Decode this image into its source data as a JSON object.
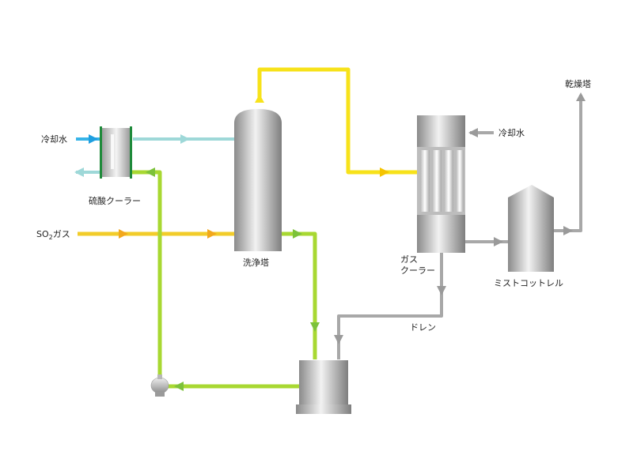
{
  "labels": {
    "cooling_water_left": "冷却水",
    "sulfuric_acid_cooler": "硫酸クーラー",
    "so2_gas_prefix": "SO",
    "so2_gas_sub": "2",
    "so2_gas_suffix": "ガス",
    "washing_tower": "洗浄塔",
    "gas_cooler_line1": "ガス",
    "gas_cooler_line2": "クーラー",
    "cooling_water_right": "冷却水",
    "drying_tower": "乾燥塔",
    "mist_cottrell": "ミストコットレル",
    "drain": "ドレン"
  },
  "colors": {
    "gas_line": "#f7e21a",
    "gas_line_edge": "#f0b81c",
    "liquid_line": "#a8d832",
    "water_in": "#37b4e8",
    "water_out": "#9ed8d8",
    "gray_line": "#9a9a9a",
    "vessel_dark": "#8a8a8a",
    "vessel_light": "#f2f2f2",
    "cooler_frame": "#1e8a3a"
  }
}
